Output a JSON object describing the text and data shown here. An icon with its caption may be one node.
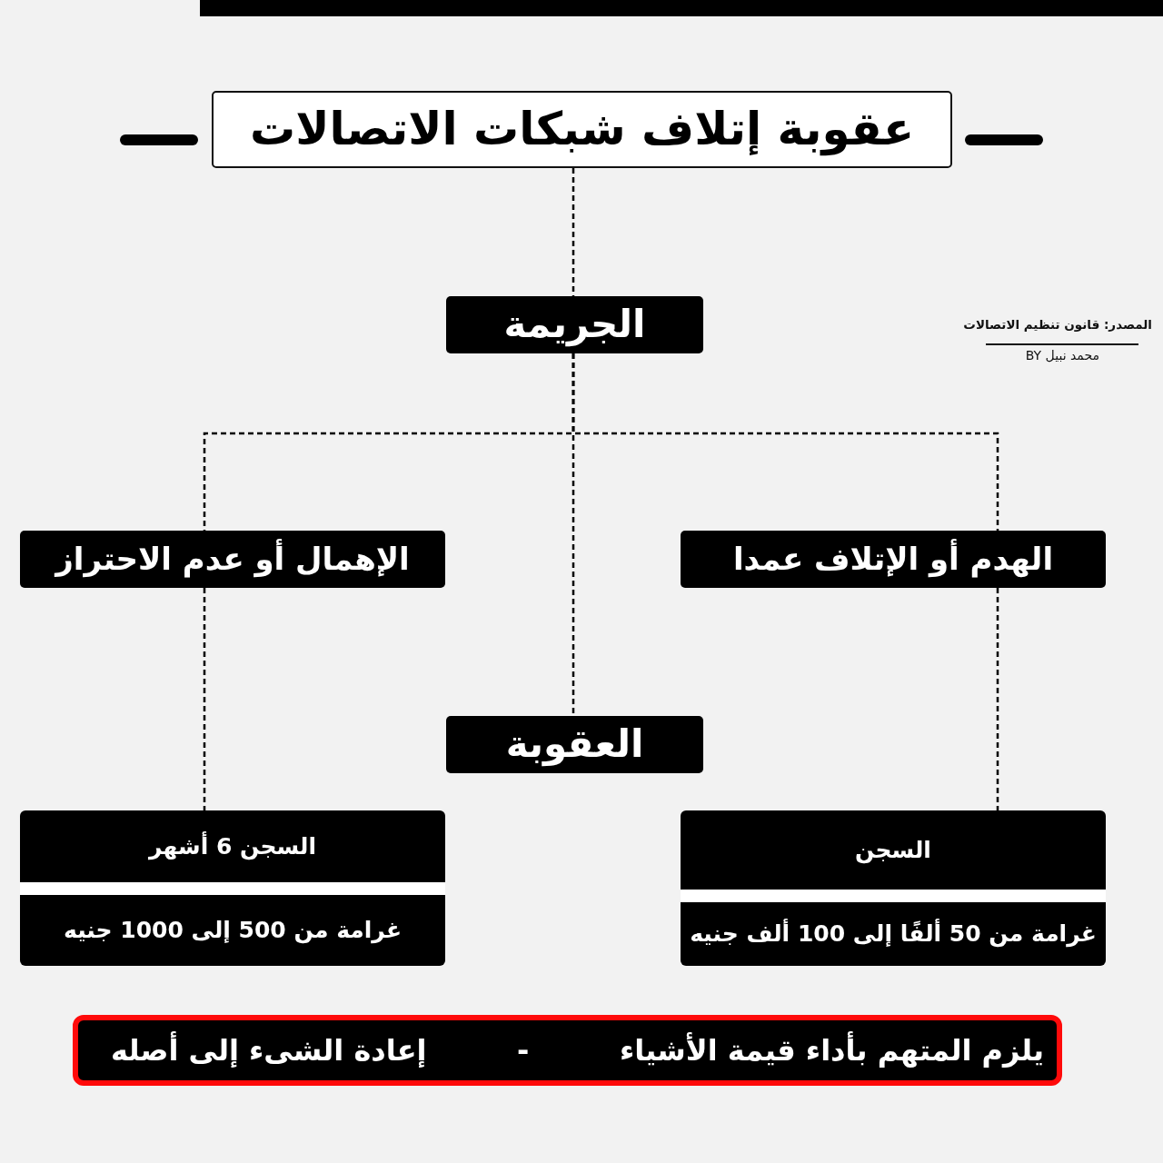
{
  "diagram": {
    "nodes": [
      {
        "text": [],
        "shape": "bar"
      },
      {
        "text": [
          "عقوبة إتلاف شبكات الاتصالات"
        ]
      },
      {
        "text": [
          "الجريمة"
        ]
      },
      {
        "text": [
          "الهدم أو الإتلاف عمدا"
        ]
      },
      {
        "text": [
          "الإهمال أو عدم الاحتراز"
        ]
      },
      {
        "text": [
          "العقوبة"
        ]
      },
      {
        "text": [
          "السجن",
          "غرامة من 50 ألفًا إلى 100 ألف جنيه"
        ]
      },
      {
        "text": [
          "السجن 6 أشهر",
          "غرامة من 500 إلى 1000 جنيه"
        ]
      },
      {
        "text": [
          "يلزم المتهم بأداء قيمة الأشياء",
          "-",
          "إعادة الشىء إلى أصله"
        ]
      }
    ],
    "edges": [
      {
        "from": 1,
        "to": 2,
        "arrow": "none",
        "style": "dashed"
      },
      {
        "from": 2,
        "to": 3,
        "arrow": "none",
        "style": "dashed"
      },
      {
        "from": 2,
        "to": 4,
        "arrow": "none",
        "style": "dashed"
      },
      {
        "from": 2,
        "to": 5,
        "arrow": "none",
        "style": "dashed"
      },
      {
        "from": 3,
        "to": 6,
        "arrow": "none",
        "style": "dashed"
      },
      {
        "from": 4,
        "to": 7,
        "arrow": "none",
        "style": "dashed"
      }
    ],
    "labels": [
      "المصدر: قانون تنظيم الاتصالات",
      "BY محمد نبيل"
    ]
  }
}
